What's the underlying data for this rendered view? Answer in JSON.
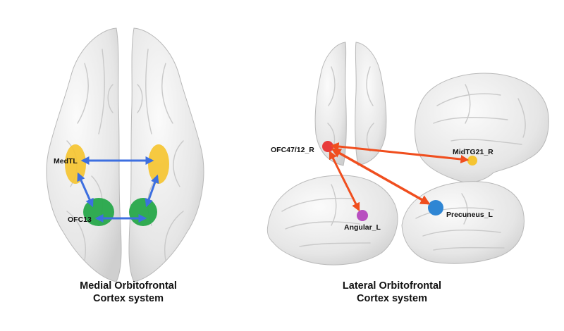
{
  "panels": [
    {
      "caption_line1": "Medial Orbitofrontal",
      "caption_line2": "Cortex system",
      "regions": [
        {
          "label": "MedTL",
          "color": "#f5c431"
        },
        {
          "label": "OFC13",
          "color": "#27a84a"
        }
      ],
      "connection_color": "#3d6fe0"
    },
    {
      "caption_line1": "Lateral Orbitofrontal",
      "caption_line2": "Cortex system",
      "regions": [
        {
          "label": "OFC47/12_R",
          "color": "#e83a3a"
        },
        {
          "label": "MidTG21_R",
          "color": "#f5c431"
        },
        {
          "label": "Angular_L",
          "color": "#b84fc0"
        },
        {
          "label": "Precuneus_L",
          "color": "#2f86d4"
        }
      ],
      "connection_color": "#f04e1e"
    }
  ]
}
